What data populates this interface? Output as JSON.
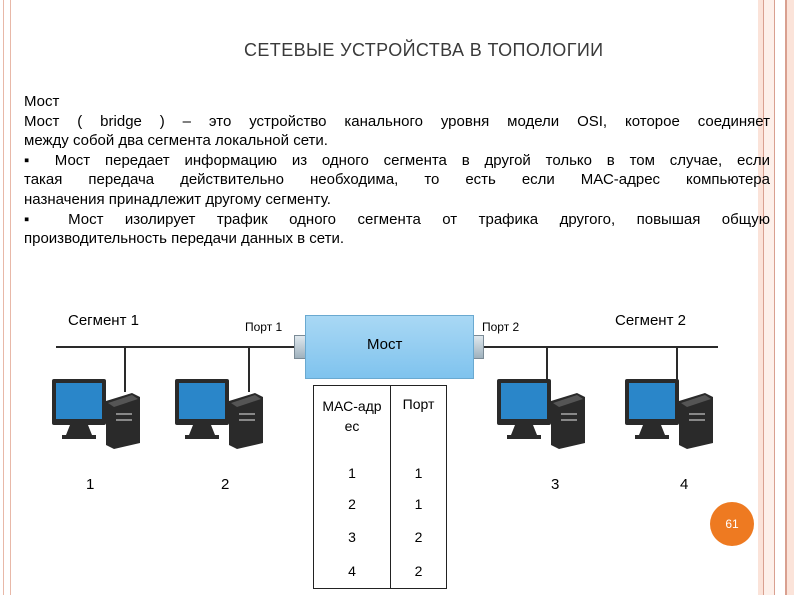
{
  "title": "СЕТЕВЫЕ УСТРОЙСТВА В ТОПОЛОГИИ",
  "heading": "Мост",
  "paragraphs": [
    {
      "text": "Мост ( bridge ) – это устройство канального уровня модели OSI, которое соединяет",
      "style": "j"
    },
    {
      "text": "между собой два сегмента локальной сети.",
      "style": "nj"
    },
    {
      "text": "▪ Мост передает информацию из одного сегмента в другой только в том случае, если",
      "style": "j"
    },
    {
      "text": "такая передача действительно необходима, то есть если МАС-адрес компьютера",
      "style": "j"
    },
    {
      "text": "назначения принадлежит другому сегменту.",
      "style": "nj"
    },
    {
      "text": "▪ Мост изолирует трафик одного сегмента от трафика другого, повышая общую",
      "style": "j"
    },
    {
      "text": "производительность передачи данных в сети.",
      "style": "nj"
    }
  ],
  "diagram": {
    "segment1": "Сегмент 1",
    "segment2": "Сегмент 2",
    "port1": "Порт 1",
    "port2": "Порт 2",
    "bridge": "Мост",
    "computers": [
      "1",
      "2",
      "3",
      "4"
    ]
  },
  "mac_table": {
    "headers": [
      "МАС-адрес",
      "Порт"
    ],
    "rows": [
      [
        "1",
        "1"
      ],
      [
        "2",
        "1"
      ],
      [
        "3",
        "2"
      ],
      [
        "4",
        "2"
      ]
    ]
  },
  "page_number": "61",
  "colors": {
    "bridge": "#7fc3ee",
    "badge": "#ee7a21",
    "frame": "#fbe3d9",
    "monitor_screen": "#2a86c9"
  }
}
